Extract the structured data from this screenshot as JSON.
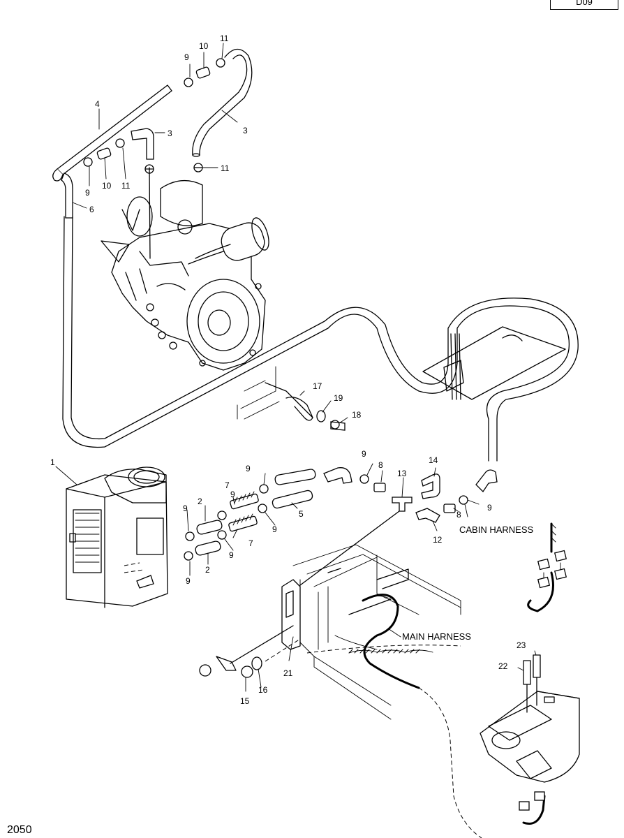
{
  "page": {
    "code": "D09",
    "number": "2050"
  },
  "callouts": {
    "c1": "1",
    "c2a": "2",
    "c2b": "2",
    "c3a": "3",
    "c3b": "3",
    "c4": "4",
    "c5": "5",
    "c6": "6",
    "c7a": "7",
    "c7b": "7",
    "c8a": "8",
    "c8b": "8",
    "c9a": "9",
    "c9b": "9",
    "c9c": "9",
    "c9d": "9",
    "c9e": "9",
    "c9f": "9",
    "c9g": "9",
    "c9h": "9",
    "c9i": "9",
    "c9j": "9",
    "c10a": "10",
    "c10b": "10",
    "c11a": "11",
    "c11b": "11",
    "c11c": "11",
    "c12": "12",
    "c13": "13",
    "c14": "14",
    "c15": "15",
    "c16": "16",
    "c17": "17",
    "c18": "18",
    "c19": "19",
    "c21": "21",
    "c22": "22",
    "c23": "23"
  },
  "labels": {
    "cabin_harness": "CABIN HARNESS",
    "main_harness": "MAIN HARNESS"
  }
}
